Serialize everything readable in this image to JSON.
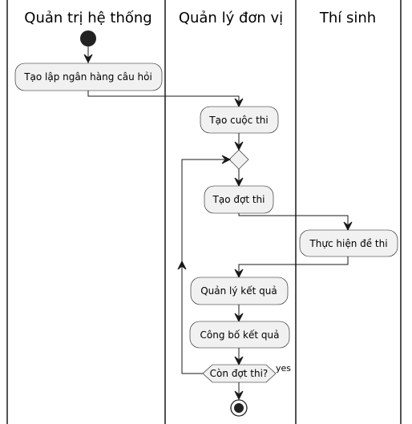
{
  "lanes": [
    {
      "title": "Quản trị hệ thống"
    },
    {
      "title": "Quản lý đơn vị"
    },
    {
      "title": "Thí sinh"
    }
  ],
  "activities": {
    "create_question_bank": "Tạo lập ngân hàng câu hỏi",
    "create_contest": "Tạo cuộc thi",
    "create_round": "Tạo đợt thi",
    "take_exam": "Thực hiện đề thi",
    "manage_results": "Quản lý kết quả",
    "publish_results": "Công bố kết quả"
  },
  "decision": {
    "label": "Còn đợt thi?",
    "yes_label": "yes"
  }
}
